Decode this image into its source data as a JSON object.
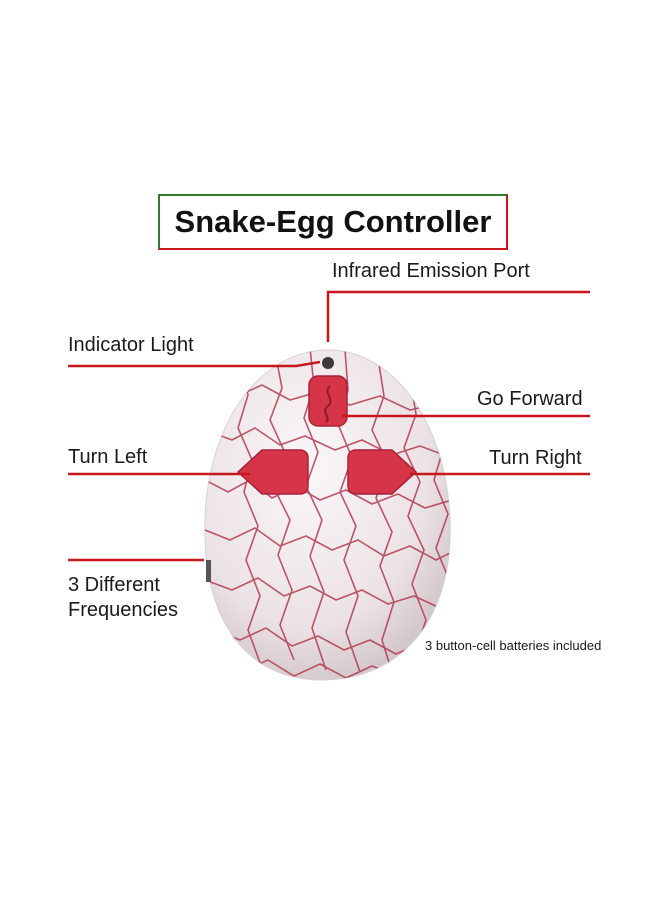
{
  "title": "Snake-Egg Controller",
  "labels": {
    "infrared": "Infrared Emission Port",
    "indicator": "Indicator Light",
    "forward": "Go Forward",
    "left": "Turn Left",
    "right": "Turn Right",
    "frequencies_line1": "3 Different",
    "frequencies_line2": "Frequencies",
    "batteries": "3 button-cell batteries included"
  },
  "colors": {
    "line": "#c8161d",
    "egg_base": "#efe7ea",
    "crack": "#b23a4f",
    "button": "#d63447"
  }
}
